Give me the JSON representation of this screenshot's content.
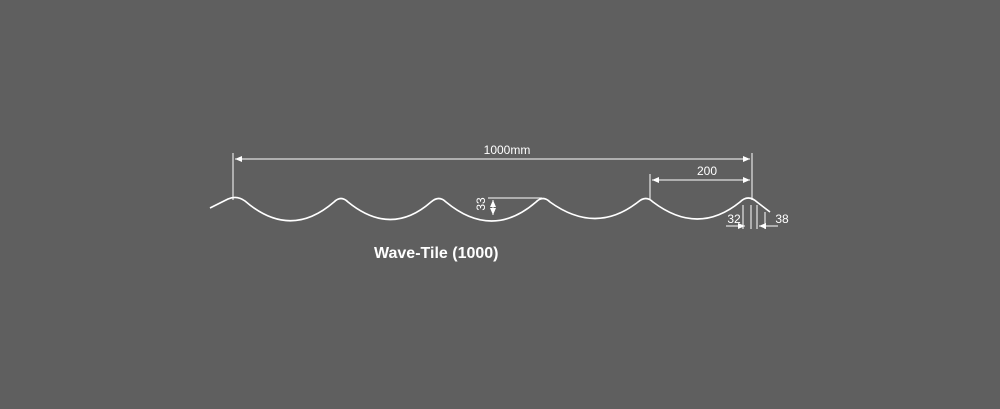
{
  "diagram": {
    "caption": "Wave-Tile (1000)",
    "dimensions": {
      "total_width": "1000mm",
      "pitch": "200",
      "depth": "33",
      "crest_a": "32",
      "crest_b": "38"
    },
    "colors": {
      "background": "#5f5f5f",
      "line": "#ffffff"
    }
  }
}
